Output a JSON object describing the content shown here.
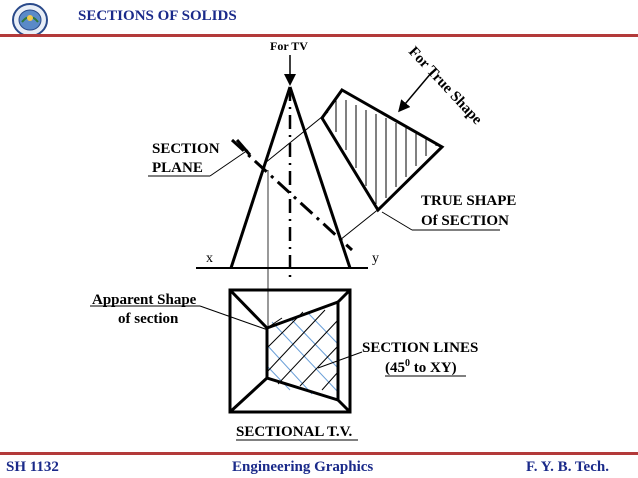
{
  "header": {
    "title": "SECTIONS OF SOLIDS"
  },
  "labels": {
    "for_tv": "For TV",
    "for_true_shape": "For True Shape",
    "section_plane_1": "SECTION",
    "section_plane_2": "PLANE",
    "true_shape_1": "TRUE SHAPE",
    "true_shape_2": "Of  SECTION",
    "x": "x",
    "y": "y",
    "apparent_1": "Apparent Shape",
    "apparent_2": "of section",
    "section_lines_1": "SECTION LINES",
    "section_lines_2_pre": "(45",
    "section_lines_2_sup": "0",
    "section_lines_2_post": " to XY)",
    "sectional_tv": "SECTIONAL T.V."
  },
  "footer": {
    "left": "SH 1132",
    "center": "Engineering Graphics",
    "right": "F. Y.  B. Tech."
  },
  "colors": {
    "header_text": "#1a2a8a",
    "rule": "#b33a3a",
    "hatch_blue": "#6a9fd8"
  }
}
